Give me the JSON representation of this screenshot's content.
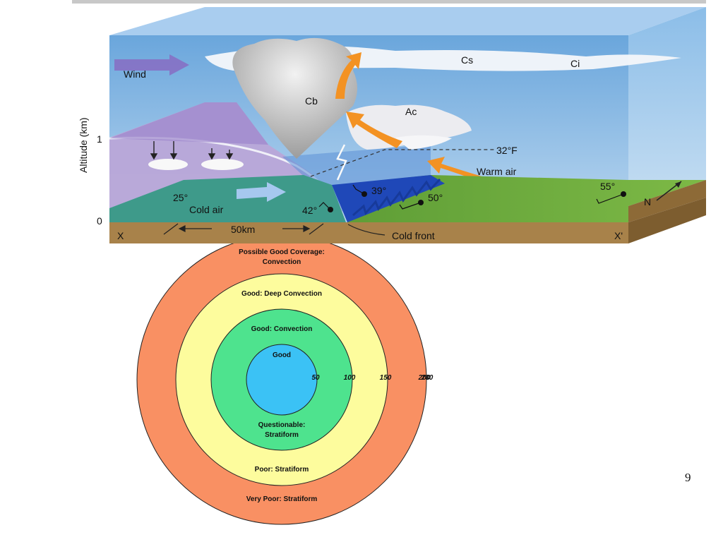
{
  "cross_section": {
    "wind_label": "Wind",
    "altitude_axis": "Altitude (km)",
    "altitude_ticks": [
      "1",
      "0"
    ],
    "clouds": {
      "cumulonimbus": "Cb",
      "cirrostratus": "Cs",
      "cirrus": "Ci",
      "altocumulus": "Ac"
    },
    "freezing_line": "32°F",
    "warm_air": "Warm air",
    "cold_air": "Cold air",
    "stations": {
      "cold_temp": "25°",
      "front_west_temp": "42°",
      "front_east_temp": "39°",
      "warm_temp": "50°",
      "far_east_temp": "55°"
    },
    "distance": "50km",
    "cold_front": "Cold front",
    "endpoint_left": "X",
    "endpoint_right": "X'",
    "north": "N",
    "colors": {
      "sky": "#7fb2e0",
      "cold_air": "#b9a6d8",
      "cold_ground": "#3e9a8a",
      "warm_ground": "#6fae3c",
      "soil": "#a8824a",
      "front": "#1f48b8",
      "arrow": "#f39223"
    }
  },
  "coverage_rings": {
    "rings": [
      {
        "label_top": "Possible Good Coverage:",
        "label_top2": "Convection",
        "label_bottom": "Very Poor: Stratiform",
        "color": "#f99063"
      },
      {
        "label_top": "Good: Deep Convection",
        "label_bottom": "Poor: Stratiform",
        "color": "#fdfc9d"
      },
      {
        "label_top": "Good: Convection",
        "label_bottom": "Questionable:",
        "label_bottom2": "Stratiform",
        "color": "#4ee38e"
      },
      {
        "label_top": "Good",
        "color": "#3bc2f5"
      }
    ],
    "ticks": [
      "50",
      "100",
      "150",
      "200",
      "230"
    ]
  },
  "page_number": "9"
}
